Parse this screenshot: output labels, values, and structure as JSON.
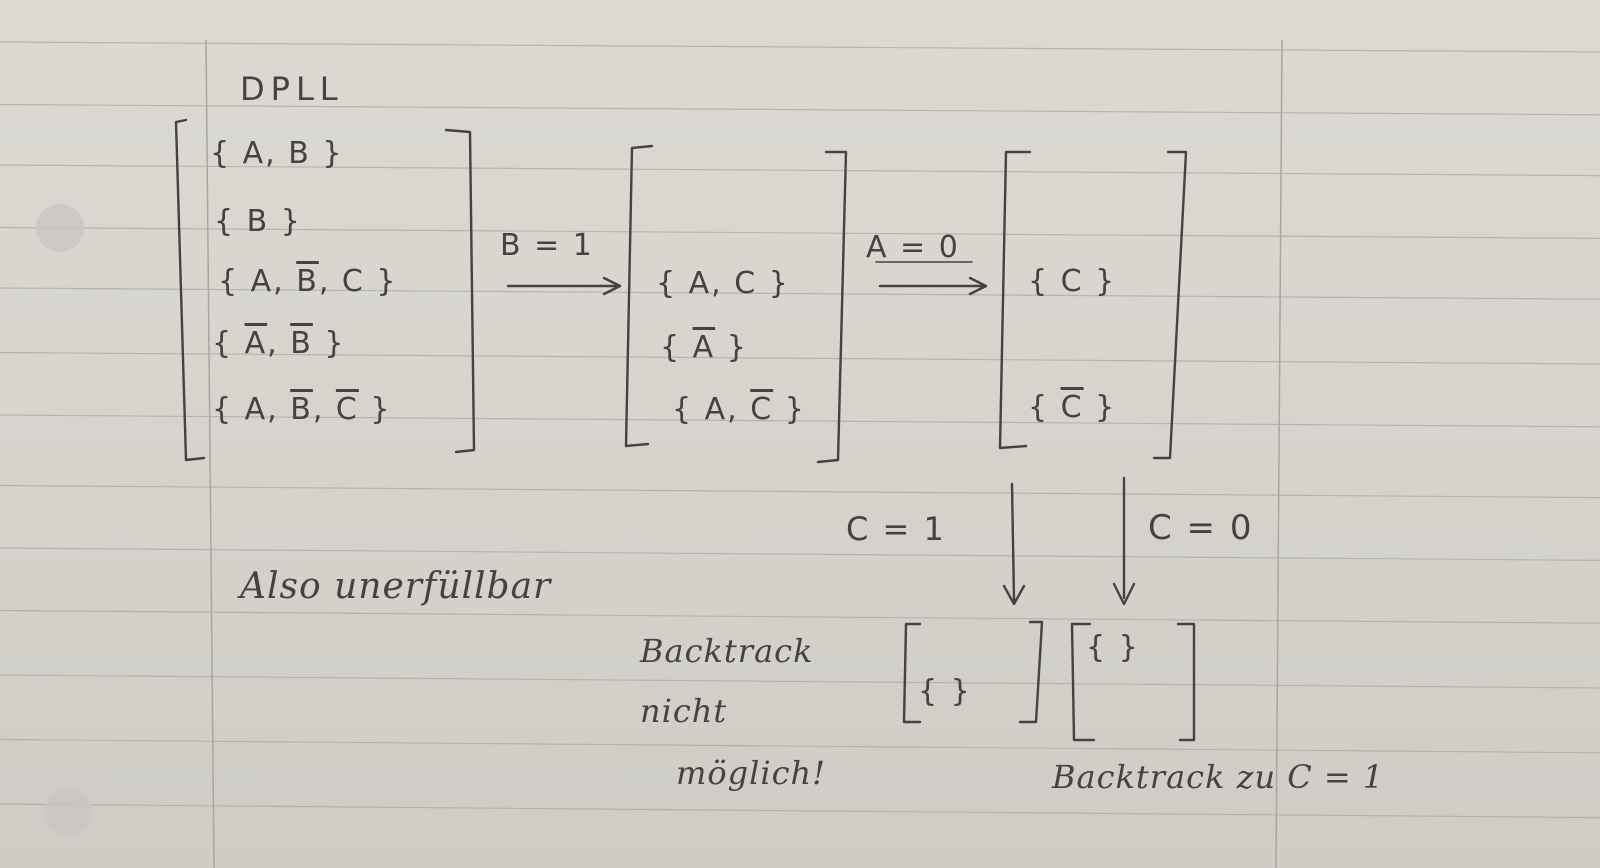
{
  "title": "DPLL",
  "initial_clauses": [
    {
      "literals": [
        {
          "v": "A",
          "neg": false
        },
        {
          "v": "B",
          "neg": false
        }
      ]
    },
    {
      "literals": [
        {
          "v": "B",
          "neg": false
        }
      ]
    },
    {
      "literals": [
        {
          "v": "A",
          "neg": false
        },
        {
          "v": "B",
          "neg": true
        },
        {
          "v": "C",
          "neg": false
        }
      ]
    },
    {
      "literals": [
        {
          "v": "A",
          "neg": true
        },
        {
          "v": "B",
          "neg": true
        }
      ]
    },
    {
      "literals": [
        {
          "v": "A",
          "neg": false
        },
        {
          "v": "B",
          "neg": true
        },
        {
          "v": "C",
          "neg": true
        }
      ]
    }
  ],
  "step1_label": "B = 1",
  "step1_clauses": [
    {
      "literals": [
        {
          "v": "A",
          "neg": false
        },
        {
          "v": "C",
          "neg": false
        }
      ]
    },
    {
      "literals": [
        {
          "v": "A",
          "neg": true
        }
      ]
    },
    {
      "literals": [
        {
          "v": "A",
          "neg": false
        },
        {
          "v": "C",
          "neg": true
        }
      ]
    }
  ],
  "step2_label": "A = 0",
  "step2_clauses": [
    {
      "literals": [
        {
          "v": "C",
          "neg": false
        }
      ]
    },
    {
      "literals": [
        {
          "v": "C",
          "neg": true
        }
      ]
    }
  ],
  "branch_left_label": "C = 1",
  "branch_right_label": "C = 0",
  "left_result": "{ }",
  "right_result": "{ }",
  "conclusion": "Also unerfüllbar",
  "backtrack_left": [
    "Backtrack",
    "nicht",
    "möglich!"
  ],
  "backtrack_right": "Backtrack zu C = 1",
  "colors": {
    "ink": "#45423f",
    "paper": "#d8d5cf",
    "rule": "#a9a6a0"
  }
}
